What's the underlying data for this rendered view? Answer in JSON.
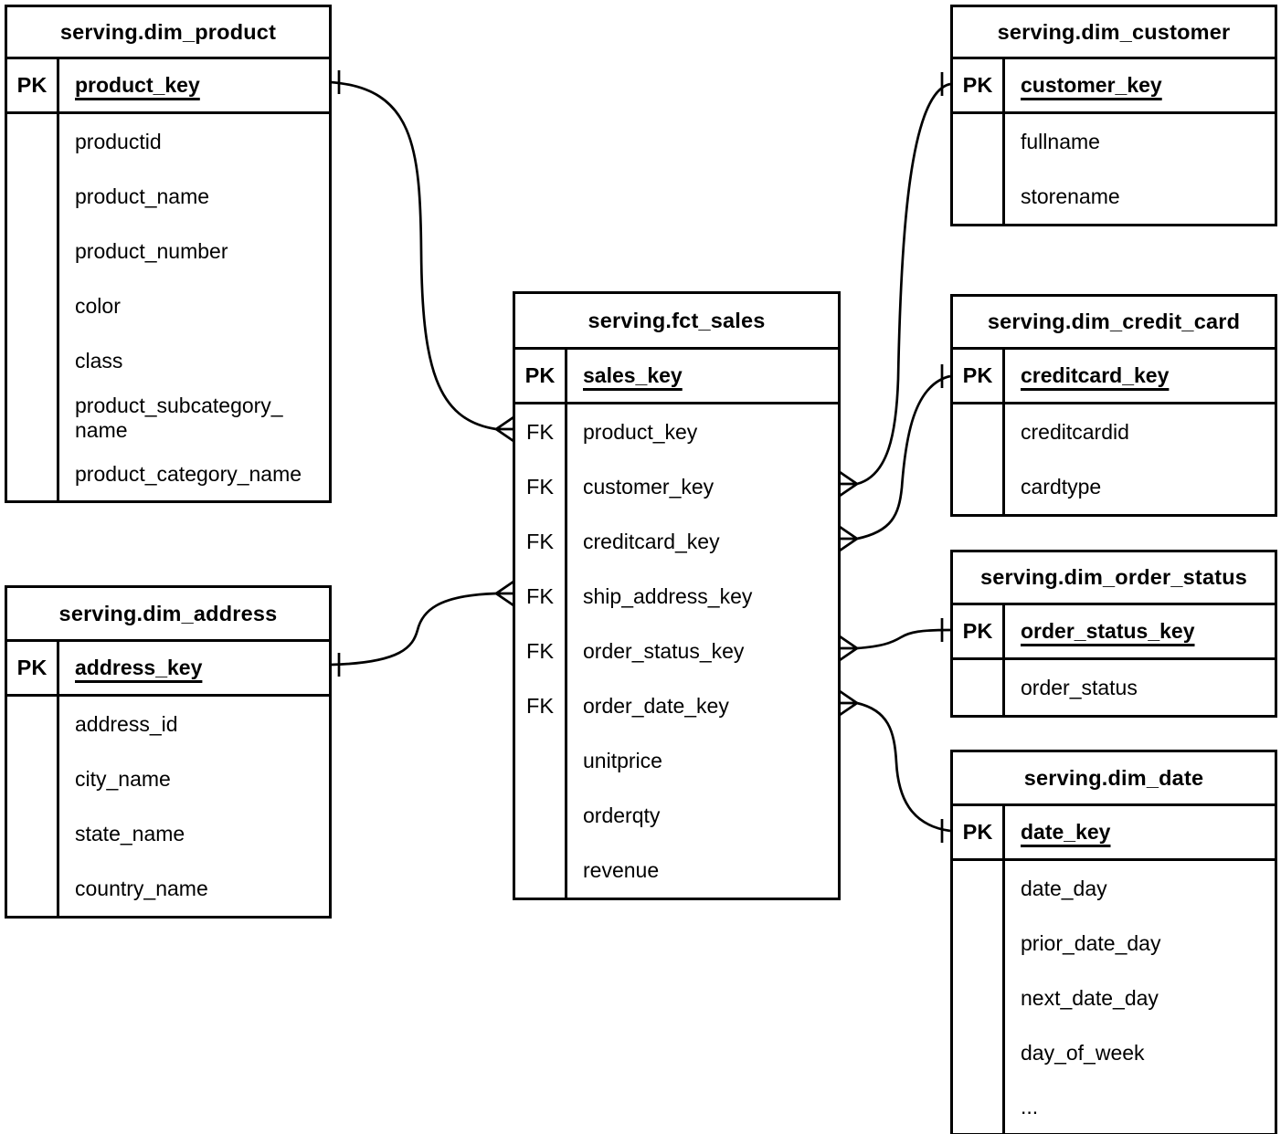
{
  "diagram_type": "entity-relationship-star-schema",
  "colors": {
    "line": "#000000",
    "background": "#ffffff",
    "text": "#000000"
  },
  "tables": {
    "dim_product": {
      "title": "serving.dim_product",
      "pk_label": "PK",
      "pk_field": "product_key",
      "fields": [
        "productid",
        "product_name",
        "product_number",
        "color",
        "class",
        "product_subcategory_\nname",
        "product_category_name"
      ]
    },
    "dim_customer": {
      "title": "serving.dim_customer",
      "pk_label": "PK",
      "pk_field": "customer_key",
      "fields": [
        "fullname",
        "storename"
      ]
    },
    "fct_sales": {
      "title": "serving.fct_sales",
      "pk_label": "PK",
      "pk_field": "sales_key",
      "fk_label": "FK",
      "fk_fields": [
        "product_key",
        "customer_key",
        "creditcard_key",
        "ship_address_key",
        "order_status_key",
        "order_date_key"
      ],
      "fields": [
        "unitprice",
        "orderqty",
        "revenue"
      ]
    },
    "dim_credit_card": {
      "title": "serving.dim_credit_card",
      "pk_label": "PK",
      "pk_field": "creditcard_key",
      "fields": [
        "creditcardid",
        "cardtype"
      ]
    },
    "dim_order_status": {
      "title": "serving.dim_order_status",
      "pk_label": "PK",
      "pk_field": "order_status_key",
      "fields": [
        "order_status"
      ]
    },
    "dim_address": {
      "title": "serving.dim_address",
      "pk_label": "PK",
      "pk_field": "address_key",
      "fields": [
        "address_id",
        "city_name",
        "state_name",
        "country_name"
      ]
    },
    "dim_date": {
      "title": "serving.dim_date",
      "pk_label": "PK",
      "pk_field": "date_key",
      "fields": [
        "date_day",
        "prior_date_day",
        "next_date_day",
        "day_of_week",
        "..."
      ]
    }
  },
  "relationships": [
    {
      "fact_table": "serving.fct_sales",
      "fact_field": "product_key",
      "dim_table": "serving.dim_product",
      "dim_field": "product_key",
      "fact_end": "many",
      "dim_end": "one"
    },
    {
      "fact_table": "serving.fct_sales",
      "fact_field": "customer_key",
      "dim_table": "serving.dim_customer",
      "dim_field": "customer_key",
      "fact_end": "many",
      "dim_end": "one"
    },
    {
      "fact_table": "serving.fct_sales",
      "fact_field": "creditcard_key",
      "dim_table": "serving.dim_credit_card",
      "dim_field": "creditcard_key",
      "fact_end": "many",
      "dim_end": "one"
    },
    {
      "fact_table": "serving.fct_sales",
      "fact_field": "ship_address_key",
      "dim_table": "serving.dim_address",
      "dim_field": "address_key",
      "fact_end": "many",
      "dim_end": "one"
    },
    {
      "fact_table": "serving.fct_sales",
      "fact_field": "order_status_key",
      "dim_table": "serving.dim_order_status",
      "dim_field": "order_status_key",
      "fact_end": "many",
      "dim_end": "one"
    },
    {
      "fact_table": "serving.fct_sales",
      "fact_field": "order_date_key",
      "dim_table": "serving.dim_date",
      "dim_field": "date_key",
      "fact_end": "many",
      "dim_end": "one"
    }
  ]
}
